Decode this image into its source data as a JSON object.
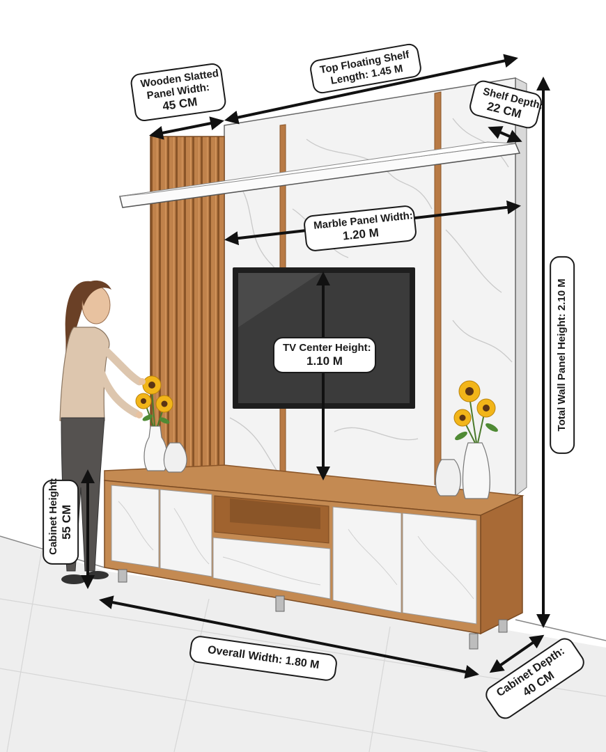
{
  "dimensions": {
    "wooden_slatted_panel_width": {
      "line1": "Wooden Slatted",
      "line2": "Panel Width:",
      "value": "45 CM"
    },
    "top_floating_shelf_length": {
      "line1": "Top Floating Shelf",
      "line2": "Length: 1.45 M"
    },
    "shelf_depth": {
      "line1": "Shelf Depth:",
      "value": "22 CM"
    },
    "marble_panel_width": {
      "line1": "Marble Panel Width:",
      "value": "1.20 M"
    },
    "tv_center_height": {
      "line1": "TV Center Height:",
      "value": "1.10 M"
    },
    "total_wall_panel_height": {
      "text": "Total Wall Panel Height: 2.10 M"
    },
    "cabinet_height": {
      "line1": "Cabinet Height:",
      "value": "55 CM"
    },
    "overall_width": {
      "text": "Overall Width: 1.80 M"
    },
    "cabinet_depth": {
      "line1": "Cabinet Depth:",
      "value": "40 CM"
    }
  },
  "colors": {
    "wood": "#b87a45",
    "wood_dark": "#8a5528",
    "marble": "#f2f2f2",
    "tv_frame": "#1e1e1e",
    "tv_screen": "#3a3a3a",
    "shelf": "#fbfbfb",
    "floor": "#ececec",
    "line": "#111111"
  }
}
